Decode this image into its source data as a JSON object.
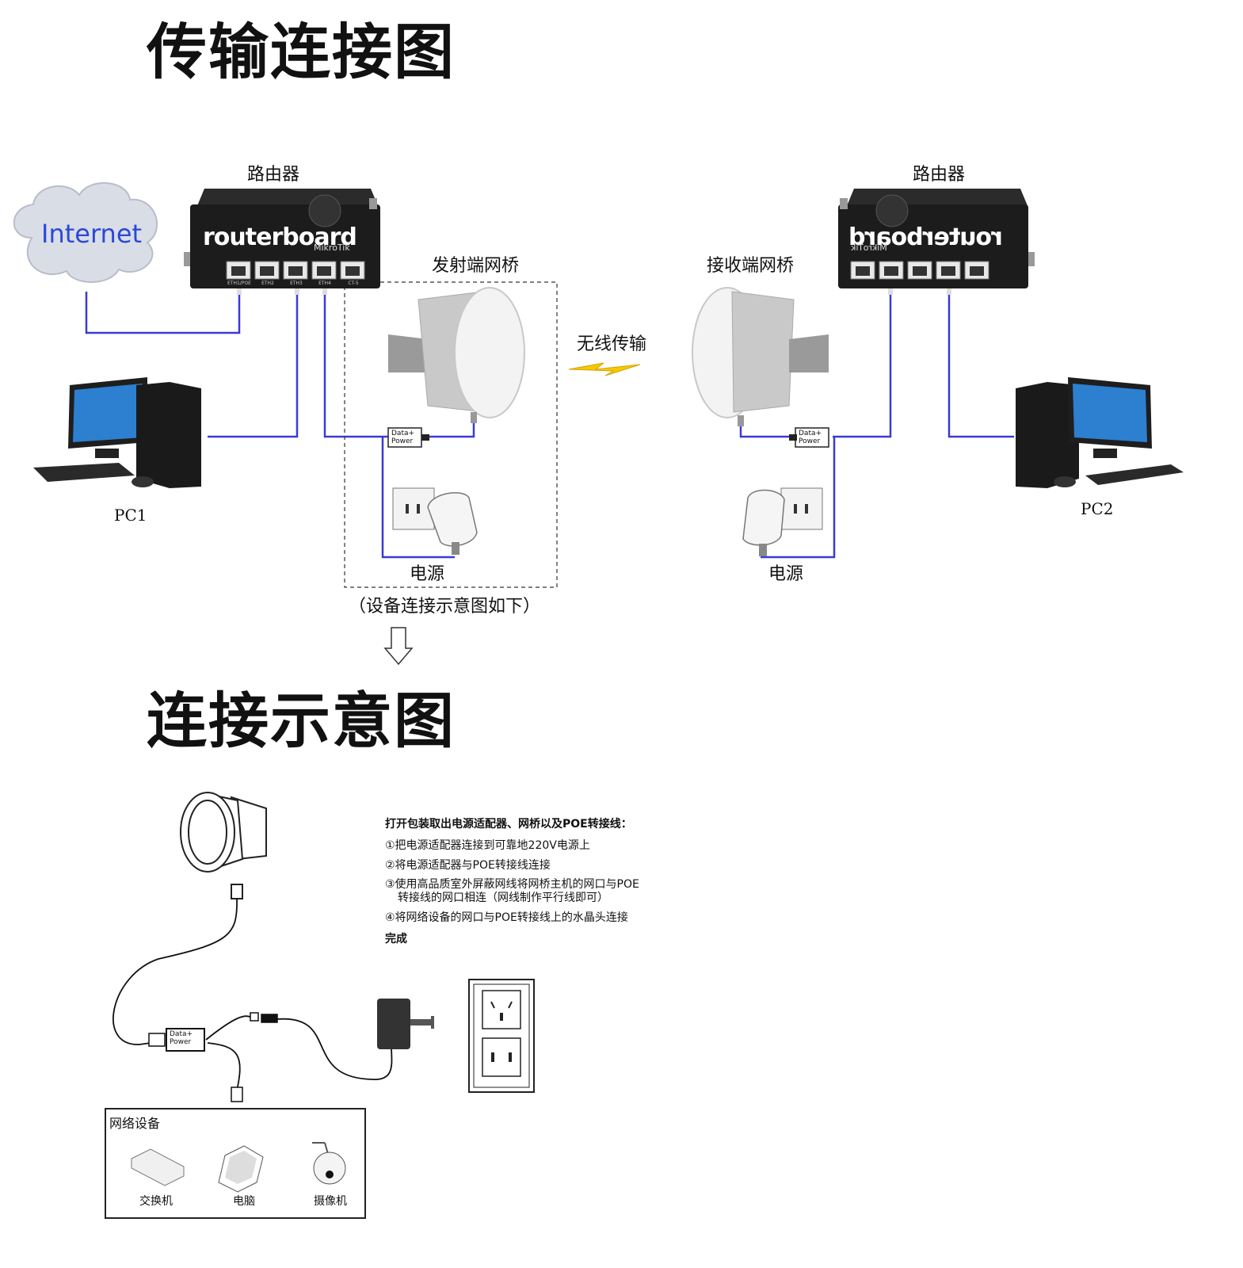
{
  "titles": {
    "transmission": "传输连接图",
    "connection": "连接示意图"
  },
  "left": {
    "cloud": "Internet",
    "router_label": "路由器",
    "router_brand": "routerboard",
    "router_sub": "MikroTik",
    "ports": [
      "ETH1/POE",
      "ETH2",
      "ETH3",
      "ETH4",
      "CT-5"
    ],
    "bridge_label": "发射端网桥",
    "poe_label_1": "Data+",
    "poe_label_2": "Power",
    "power_label": "电源",
    "pc_label": "PC1"
  },
  "right": {
    "router_label": "路由器",
    "router_brand": "routerboard",
    "router_sub": "MikroTik",
    "bridge_label": "接收端网桥",
    "poe_label_1": "Data+",
    "poe_label_2": "Power",
    "power_label": "电源",
    "pc_label": "PC2"
  },
  "wireless_label": "无线传输",
  "device_caption": "（设备连接示意图如下）",
  "instructions": {
    "heading": "打开包装取出电源适配器、网桥以及POE转接线：",
    "step1": "①把电源适配器连接到可靠地220V电源上",
    "step2": "②将电源适配器与POE转接线连接",
    "step3a": "③使用高品质室外屏蔽网线将网桥主机的网口与POE",
    "step3b": "转接线的网口相连（网线制作平行线即可）",
    "step4": "④将网络设备的网口与POE转接线上的水晶头连接",
    "done": "完成"
  },
  "network_devices": {
    "title": "网络设备",
    "switch": "交换机",
    "computer": "电脑",
    "camera": "摄像机"
  },
  "bottom_poe": {
    "line1": "Data+",
    "line2": "Power"
  },
  "colors": {
    "cable": "#3a3ad6",
    "router_body": "#1c1c1c",
    "cloud": "#d9dde6",
    "cloud_text": "#2c48d8",
    "bolt": "#f5c800"
  }
}
